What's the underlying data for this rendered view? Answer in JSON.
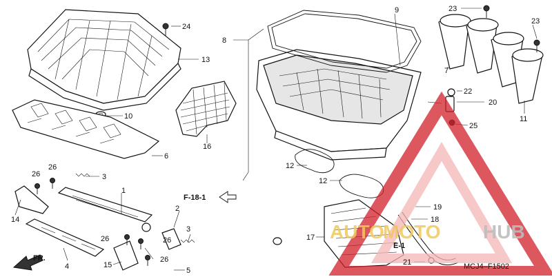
{
  "diagram": {
    "callouts": [
      "1",
      "2",
      "3",
      "3",
      "4",
      "5",
      "6",
      "7",
      "8",
      "9",
      "10",
      "11",
      "12",
      "12",
      "13",
      "14",
      "15",
      "16",
      "17",
      "18",
      "19",
      "20",
      "21",
      "22",
      "23",
      "23",
      "24",
      "25",
      "26",
      "26",
      "26",
      "26",
      "26"
    ],
    "references": {
      "f18": "F-18-1",
      "e1": "E-1",
      "front": "FR."
    },
    "code": "MCJ4–F1502",
    "watermark": {
      "text_a": "AUTO",
      "text_b": "MOTO",
      "text_c": "HUB",
      "accent_color": "#d21f2a",
      "light_color": "#f4b6b6"
    }
  }
}
